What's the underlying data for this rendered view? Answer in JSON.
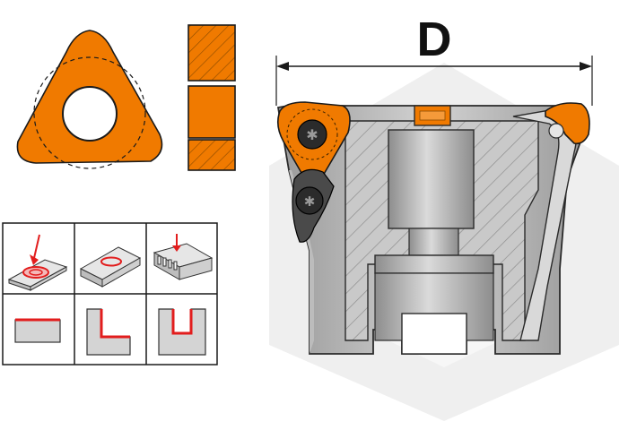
{
  "diagram": {
    "dimension_label": "D",
    "colors": {
      "insert_orange": "#f07a00",
      "outline": "#1a1a1a",
      "body_grey": "#a7a7a7",
      "body_light": "#d8d8d8",
      "hatch": "#9a9a9a",
      "accent_red": "#e21d1d",
      "watermark": "#ececec"
    },
    "application_grid": {
      "rows": 2,
      "cols": 3,
      "cells": [
        {
          "icon": "face-milling-pocket-icon"
        },
        {
          "icon": "face-milling-plate-icon"
        },
        {
          "icon": "slot-milling-block-icon"
        },
        {
          "icon": "face-profile-icon"
        },
        {
          "icon": "shoulder-profile-icon"
        },
        {
          "icon": "slot-profile-icon"
        }
      ]
    }
  }
}
